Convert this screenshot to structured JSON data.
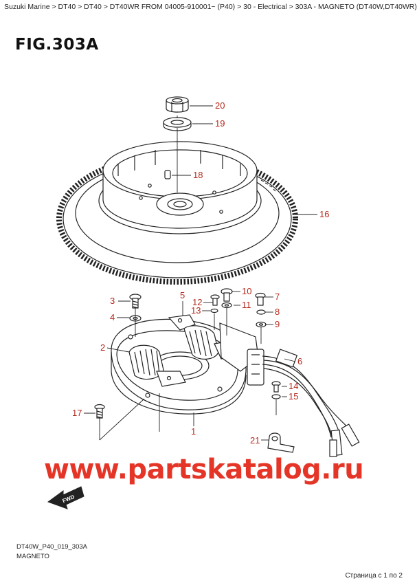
{
  "breadcrumb": "Suzuki Marine > DT40 > DT40 > DT40WR FROM 04005-910001~ (P40) > 30 - Electrical > 303A - MAGNETO (DT40W,DT40WR)",
  "figure_title": "FIG.303A",
  "callouts": [
    "20",
    "19",
    "18",
    "16",
    "10",
    "3",
    "5",
    "12",
    "11",
    "7",
    "13",
    "8",
    "4",
    "9",
    "2",
    "6",
    "14",
    "15",
    "17",
    "1",
    "21"
  ],
  "watermark": "www.partskatalog.ru",
  "direction_marker": "FWD",
  "drawing_code": "DT40W_P40_019_303A",
  "caption": "MAGNETO",
  "page_counter": "Страница с 1 по 2"
}
